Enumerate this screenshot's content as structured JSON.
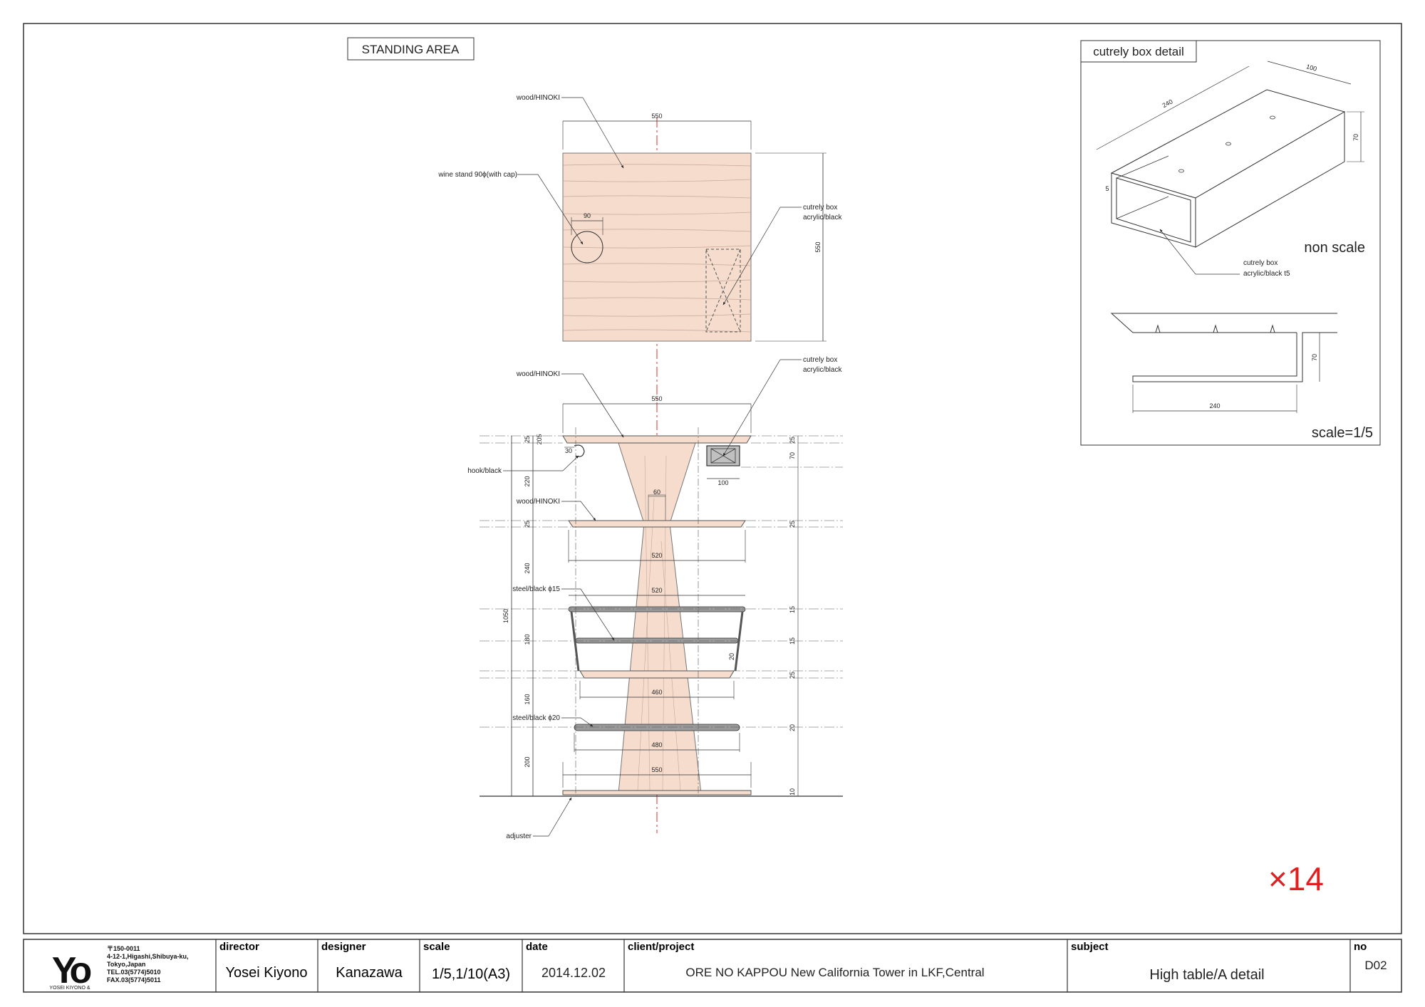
{
  "colors": {
    "wood": "#f5dccd",
    "woodLine": "#c8a898",
    "steel": "#9a9a9a",
    "center": "#e03030",
    "multiplier": "#e02020"
  },
  "section_title": "STANDING AREA",
  "multiplier": "×14",
  "plan": {
    "top_material": "wood/HINOKI",
    "wine_stand": "wine stand 90ϕ(with cap)",
    "cutlery_box_1": "cutrely box",
    "cutlery_box_2": "acrylic/black",
    "dim_width": "550",
    "dim_depth": "550",
    "dim_wine": "90"
  },
  "elevation": {
    "top_material": "wood/HINOKI",
    "cutlery_box_1": "cutrely box",
    "cutlery_box_2": "acrylic/black",
    "hook": "hook/black",
    "shelf_material": "wood/HINOKI",
    "steel_15": "steel/black ϕ15",
    "steel_20": "steel/black ϕ20",
    "adjuster": "adjuster",
    "dims": {
      "top_width": "550",
      "box_width": "100",
      "box_height": "70",
      "hook_30": "30",
      "column_60": "60",
      "shelf1_width": "520",
      "ring1_width": "520",
      "shelf2_width": "460",
      "ring2_width": "480",
      "base_width": "550",
      "h_25a": "25",
      "h_205": "205",
      "h_220": "220",
      "h_25b": "25",
      "h_240": "240",
      "h_1050": "1050",
      "h_180": "180",
      "h_160": "160",
      "h_200": "200",
      "r_25a": "25",
      "r_25b": "25",
      "r_25c": "25",
      "r_15a": "15",
      "r_15b": "15",
      "r_20": "20",
      "r_10": "10",
      "r_20b": "20"
    }
  },
  "detail": {
    "title": "cutrely box detail",
    "non_scale": "non scale",
    "scale": "scale=1/5",
    "box_label_1": "cutrely box",
    "box_label_2": "acrylic/black t5",
    "dim_240": "240",
    "dim_100": "100",
    "dim_70": "70",
    "dim_5": "5",
    "sec_240": "240",
    "sec_70": "70"
  },
  "title_block": {
    "logo": "Yo",
    "logo_sub": "YOSEI KIYONO &",
    "address": [
      "〒150-0011",
      "4-12-1,Higashi,Shibuya-ku,",
      "Tokyo,Japan",
      "TEL.03(5774)5010",
      "FAX.03(5774)5011"
    ],
    "director_label": "director",
    "director": "Yosei Kiyono",
    "designer_label": "designer",
    "designer": "Kanazawa",
    "scale_label": "scale",
    "scale": "1/5,1/10(A3)",
    "date_label": "date",
    "date": "2014.12.02",
    "client_label": "client/project",
    "client": "ORE NO KAPPOU New California Tower in LKF,Central",
    "subject_label": "subject",
    "subject": "High table/A detail",
    "no_label": "no",
    "no": "D02"
  }
}
